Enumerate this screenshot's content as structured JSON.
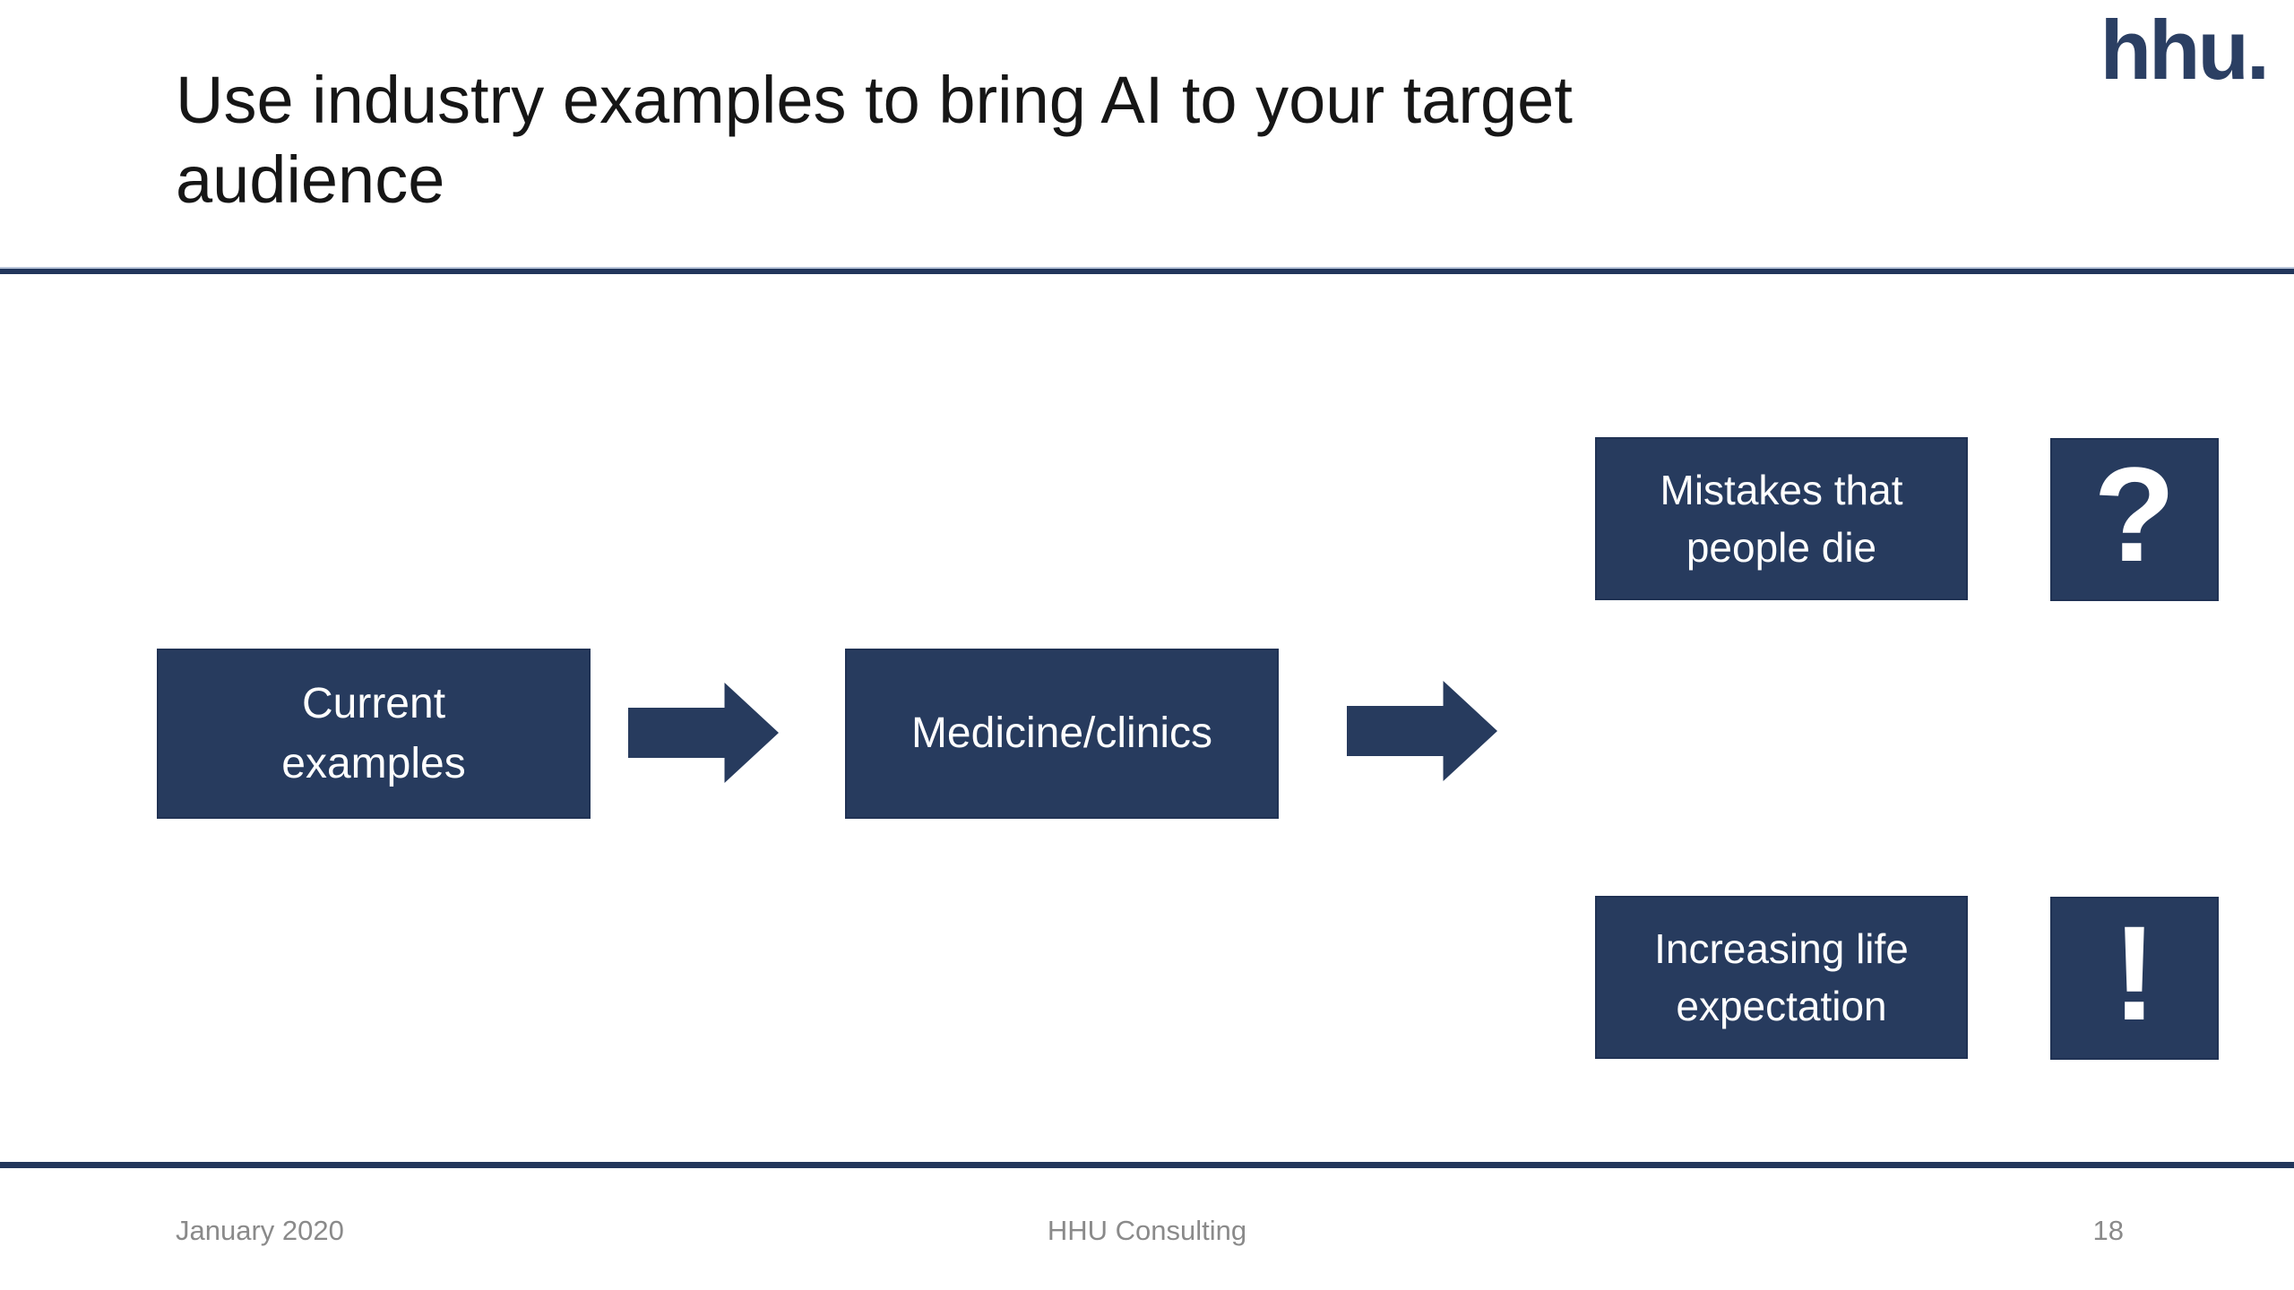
{
  "brand": {
    "logo": "hhu."
  },
  "header": {
    "title_lines": [
      "Use industry examples to bring AI to your target",
      "audience"
    ]
  },
  "diagram": {
    "flow": [
      {
        "label_lines": [
          "Current",
          "examples"
        ]
      },
      {
        "label_lines": [
          "Medicine/clinics",
          ""
        ]
      }
    ],
    "outcomes": [
      {
        "label_lines": [
          "Mistakes that",
          "people die"
        ],
        "icon": "?",
        "icon_name": "question-mark"
      },
      {
        "label_lines": [
          "Increasing life",
          "expectation"
        ],
        "icon": "!",
        "icon_name": "exclamation-mark"
      }
    ]
  },
  "footer": {
    "date": "January 2020",
    "company": "HHU Consulting",
    "page_number": "18"
  },
  "colors": {
    "shape_navy": "#273b5e",
    "rule_navy": "#22365b",
    "logo_navy": "#2b3f63",
    "title_text": "#161616",
    "box_text": "#ffffff",
    "footer_text": "#8a8a8a",
    "background": "#ffffff"
  }
}
